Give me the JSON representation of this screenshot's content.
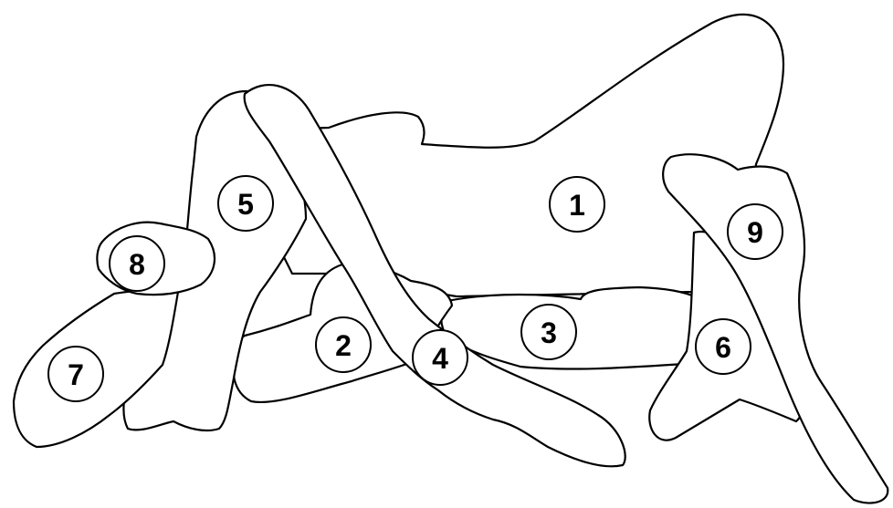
{
  "diagram": {
    "type": "overlapping-shapes-puzzle",
    "stroke_color": "#000000",
    "fill_color": "#ffffff",
    "shapes": [
      {
        "id": "shape-1",
        "label": "1"
      },
      {
        "id": "shape-2",
        "label": "2"
      },
      {
        "id": "shape-3",
        "label": "3"
      },
      {
        "id": "shape-4",
        "label": "4"
      },
      {
        "id": "shape-5",
        "label": "5"
      },
      {
        "id": "shape-6",
        "label": "6"
      },
      {
        "id": "shape-7",
        "label": "7"
      },
      {
        "id": "shape-8",
        "label": "8"
      },
      {
        "id": "shape-9",
        "label": "9"
      }
    ]
  }
}
